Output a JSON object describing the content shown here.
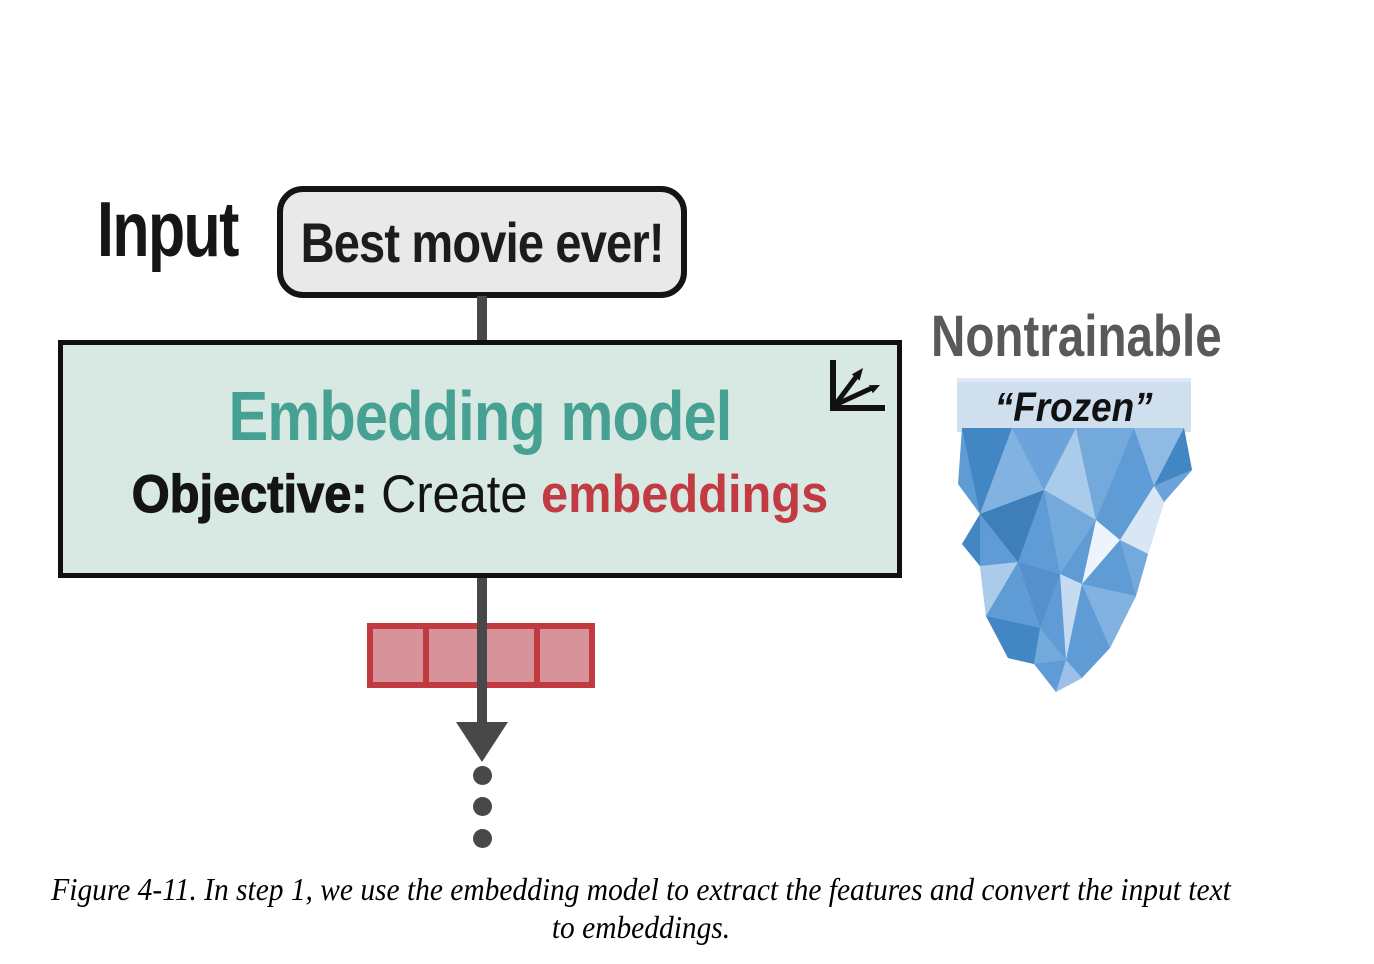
{
  "figure": {
    "input": {
      "label": "Input",
      "text": "Best movie ever!"
    },
    "model_box": {
      "title": "Embedding model",
      "objective_label": "Objective:",
      "objective_text": " Create ",
      "objective_highlight": "embeddings",
      "icon": "vector-axes-icon",
      "fill_color": "#d8e9e4",
      "title_color": "#46a193",
      "highlight_color": "#c23b42"
    },
    "nontrainable": {
      "label": "Nontrainable",
      "state": "“Frozen”",
      "icon": "iceberg-icon",
      "label_color": "#58595b",
      "band_color": "#cfdfee",
      "iceberg_colors": [
        "#5f9cd6",
        "#4386c4",
        "#82b2e0",
        "#abcbea",
        "#d9e7f5",
        "#eef4fb",
        "#3f7fb9",
        "#74a9dc",
        "#5590cc",
        "#c6dbf1"
      ]
    },
    "output": {
      "embedding_cells": 4,
      "cell_fill": "#d79399",
      "cell_border": "#c03a40",
      "continuation_dots": 3,
      "connector_color": "#47484a"
    },
    "caption": {
      "lines": [
        "Figure 4-11. In step 1, we use the embedding model to extract the features and convert the input text",
        "to embeddings."
      ]
    }
  }
}
